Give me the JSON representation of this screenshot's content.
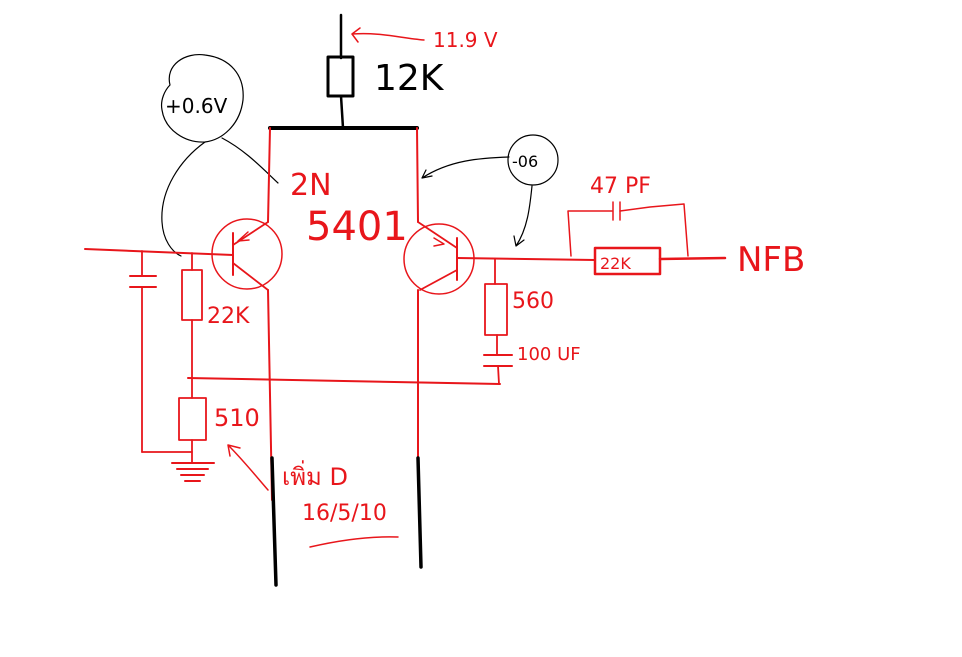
{
  "colors": {
    "wire": "#e8161b",
    "ink": "#000000",
    "background": "#ffffff"
  },
  "labels": {
    "supply_voltage": "11.9 V",
    "collector_resistor": "12K",
    "left_base_voltage": "+0.6V",
    "right_base_voltage": "-06",
    "transistor_part": "2N",
    "transistor_number": "5401",
    "feedback_cap": "47 PF",
    "feedback_resistor": "22K",
    "feedback_label": "NFB",
    "bias_resistor": "22K",
    "emitter_resistor": "510",
    "right_resistor": "560",
    "right_cap": "100 UF",
    "note_thai": "เพิ่ม D",
    "note_date": "16/5/10"
  },
  "icons": {
    "ground": "ground-icon",
    "left_transistor": "pnp-transistor-icon",
    "right_transistor": "pnp-transistor-icon"
  }
}
